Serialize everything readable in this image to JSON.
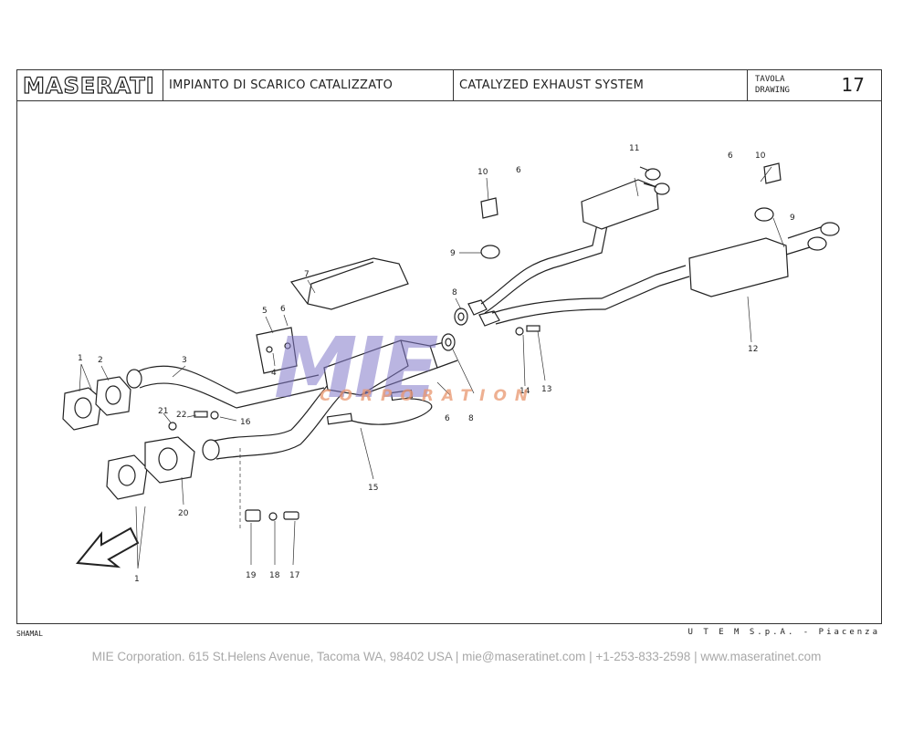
{
  "header": {
    "brand": "MASERATI",
    "title_it": "IMPIANTO DI SCARICO CATALIZZATO",
    "title_en": "CATALYZED EXHAUST SYSTEM",
    "tavola_label": "TAVOLA",
    "drawing_label": "DRAWING",
    "drawing_number": "17"
  },
  "part_labels": [
    "1",
    "2",
    "3",
    "4",
    "5",
    "6",
    "7",
    "8",
    "9",
    "10",
    "11",
    "12",
    "13",
    "14",
    "15",
    "16",
    "17",
    "18",
    "19",
    "20",
    "21",
    "22"
  ],
  "model": "SHAMAL",
  "company": "U T E M  S.p.A. - Piacenza",
  "watermark": {
    "logo": "MIE",
    "subtitle": "CORPORATION"
  },
  "footer": "MIE Corporation. 615 St.Helens Avenue, Tacoma WA, 98402 USA  |  mie@maseratinet.com  |   +1-253-833-2598   |  www.maseratinet.com"
}
